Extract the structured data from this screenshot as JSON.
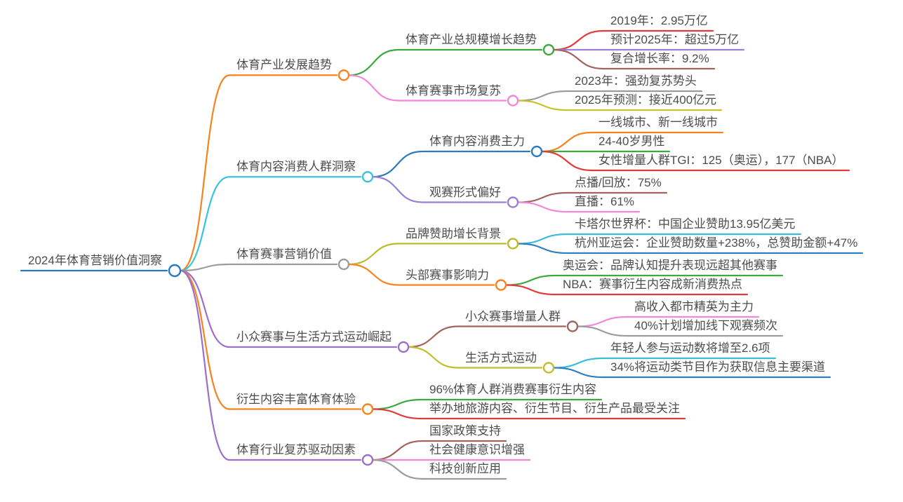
{
  "title": "2024年体育营销价值洞察",
  "tree": {
    "label": "2024年体育营销价值洞察",
    "color": "#2E79BD",
    "children": [
      {
        "label": "体育产业发展趋势",
        "color": "#F8821E",
        "children": [
          {
            "label": "体育产业总规模增长趋势",
            "color": "#3DA83D",
            "children": [
              {
                "label": "2019年：2.95万亿",
                "color": "#E23B3B"
              },
              {
                "label": "预计2025年：超过5万亿",
                "color": "#9B7FD4"
              },
              {
                "label": "复合增长率：9.2%",
                "color": "#A2635C"
              }
            ]
          },
          {
            "label": "体育赛事市场复苏",
            "color": "#F287D9",
            "children": [
              {
                "label": "2023年：强劲复苏势头",
                "color": "#9C9C9C"
              },
              {
                "label": "2025年预测：接近400亿元",
                "color": "#C8C227"
              }
            ]
          }
        ]
      },
      {
        "label": "体育内容消费人群洞察",
        "color": "#38C4DC",
        "children": [
          {
            "label": "体育内容消费主力",
            "color": "#2E79BD",
            "children": [
              {
                "label": "一线城市、新一线城市",
                "color": "#F8821E"
              },
              {
                "label": "24-40岁男性",
                "color": "#3DA83D"
              },
              {
                "label": "女性增量人群TGI：125（奥运），177（NBA）",
                "color": "#E23B3B"
              }
            ]
          },
          {
            "label": "观赛形式偏好",
            "color": "#9B7FD4",
            "children": [
              {
                "label": "点播/回放：75%",
                "color": "#A2635C"
              },
              {
                "label": "直播：61%",
                "color": "#F287D9"
              }
            ]
          }
        ]
      },
      {
        "label": "体育赛事营销价值",
        "color": "#9C9C9C",
        "children": [
          {
            "label": "品牌赞助增长背景",
            "color": "#BCBC2A",
            "children": [
              {
                "label": "卡塔尔世界杯：中国企业赞助13.95亿美元",
                "color": "#3BBCD9"
              },
              {
                "label": "杭州亚运会：企业赞助数量+238%，总赞助金额+47%",
                "color": "#2F80C2"
              }
            ]
          },
          {
            "label": "头部赛事影响力",
            "color": "#F8821E",
            "children": [
              {
                "label": "奥运会：品牌认知提升表现远超其他赛事",
                "color": "#3DA83D"
              },
              {
                "label": "NBA：赛事衍生内容成新消费热点",
                "color": "#E23B3B"
              }
            ]
          }
        ]
      },
      {
        "label": "小众赛事与生活方式运动崛起",
        "color": "#9C6FC9",
        "children": [
          {
            "label": "小众赛事增量人群",
            "color": "#A2635C",
            "children": [
              {
                "label": "高收入都市精英为主力",
                "color": "#F287D9"
              },
              {
                "label": "40%计划增加线下观赛频次",
                "color": "#9C9C9C"
              }
            ]
          },
          {
            "label": "生活方式运动",
            "color": "#C0BE2B",
            "children": [
              {
                "label": "年轻人参与运动数将增至2.6项",
                "color": "#3BBCD9"
              },
              {
                "label": "34%将运动类节目作为获取信息主要渠道",
                "color": "#2F80C2"
              }
            ]
          }
        ]
      },
      {
        "label": "衍生内容丰富体育体验",
        "color": "#F8821E",
        "children": [
          {
            "label": "96%体育人群消费赛事衍生内容",
            "color": "#3DA83D"
          },
          {
            "label": "举办地旅游内容、衍生节目、衍生产品最受关注",
            "color": "#E23B3B"
          }
        ]
      },
      {
        "label": "体育行业复苏驱动因素",
        "color": "#9C6FC9",
        "children": [
          {
            "label": "国家政策支持",
            "color": "#A2635C"
          },
          {
            "label": "社会健康意识增强",
            "color": "#F287D9"
          },
          {
            "label": "科技创新应用",
            "color": "#9C9C9C"
          }
        ]
      }
    ]
  }
}
